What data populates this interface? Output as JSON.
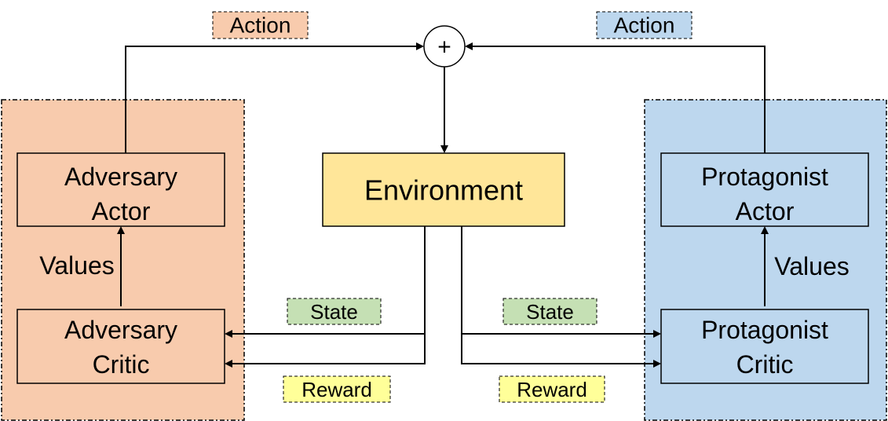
{
  "colors": {
    "adversary_fill": "#F8CBAD",
    "protagonist_fill": "#BDD7EE",
    "environment_fill": "#FFE699",
    "state_tag_fill": "#C5E0B4",
    "reward_tag_fill": "#FFFF99",
    "line": "#000000"
  },
  "environment": {
    "label": "Environment"
  },
  "combiner": {
    "symbol": "+"
  },
  "adversary": {
    "actor": {
      "line1": "Adversary",
      "line2": "Actor"
    },
    "critic": {
      "line1": "Adversary",
      "line2": "Critic"
    },
    "values_label": "Values",
    "action_label": "Action",
    "state_label": "State",
    "reward_label": "Reward"
  },
  "protagonist": {
    "actor": {
      "line1": "Protagonist",
      "line2": "Actor"
    },
    "critic": {
      "line1": "Protagonist",
      "line2": "Critic"
    },
    "values_label": "Values",
    "action_label": "Action",
    "state_label": "State",
    "reward_label": "Reward"
  }
}
